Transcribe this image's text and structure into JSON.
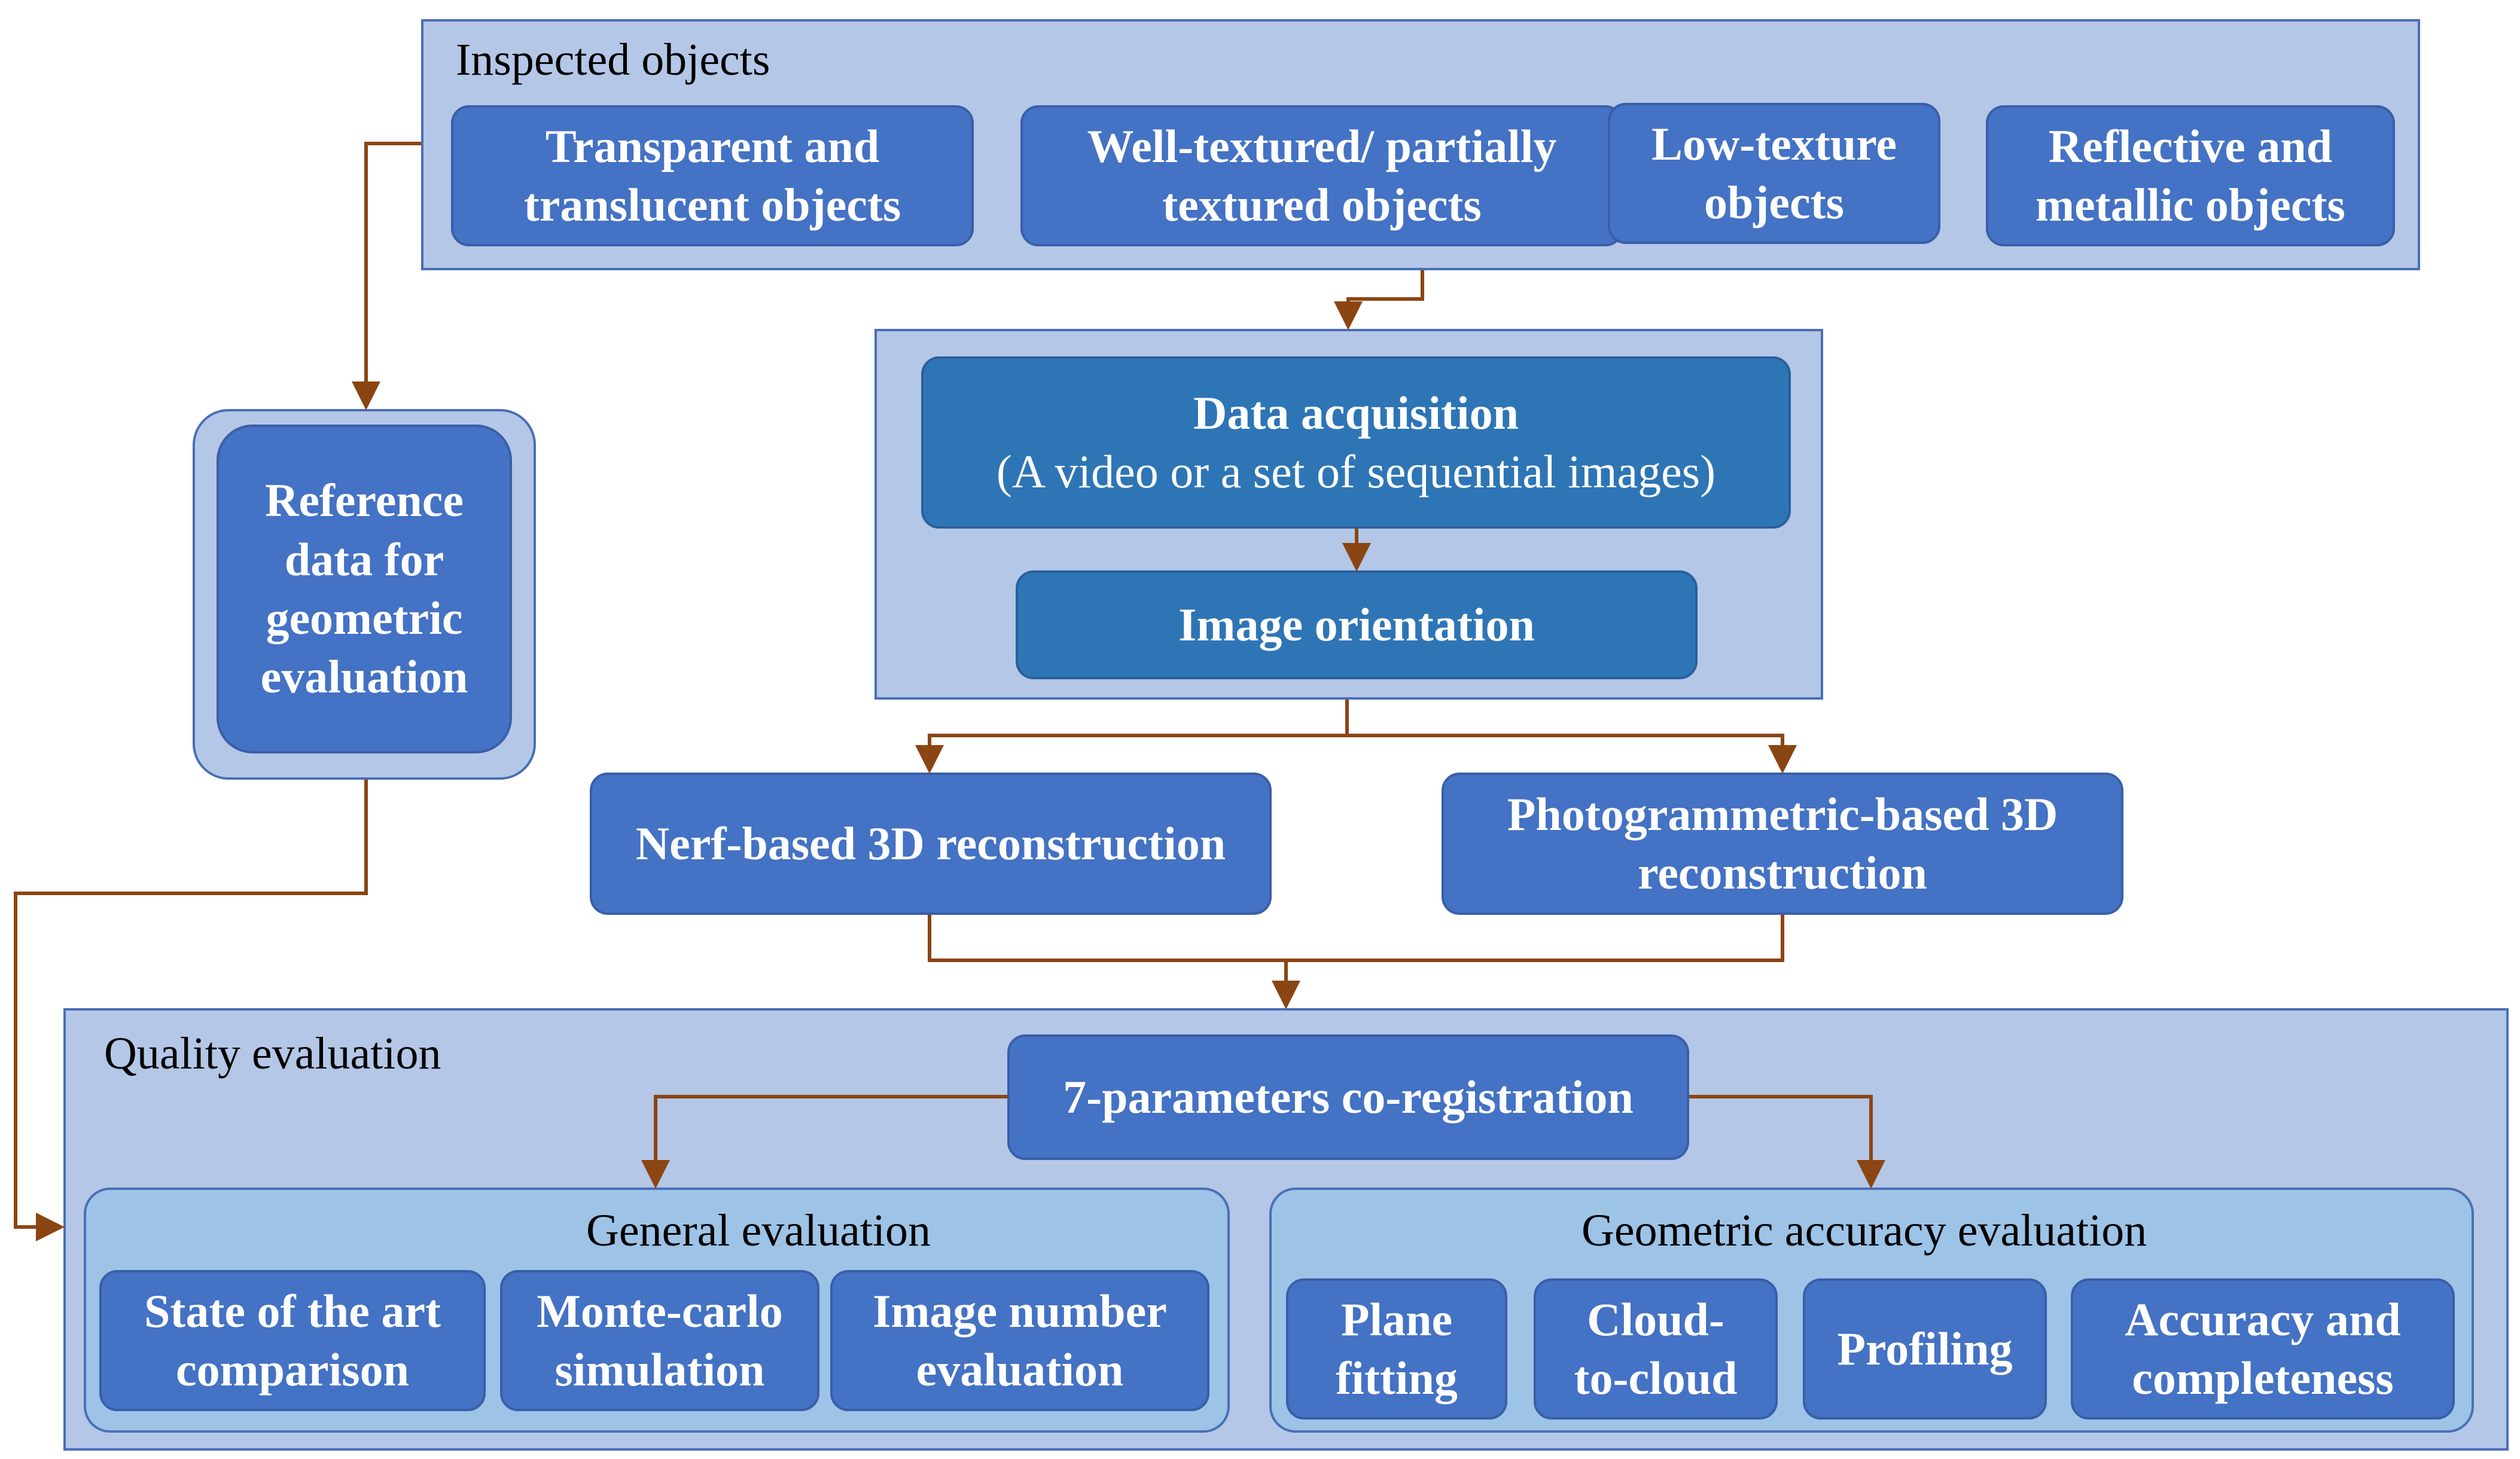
{
  "inspected": {
    "title": "Inspected objects",
    "items": [
      "Transparent and\ntranslucent objects",
      "Well-textured/ partially\ntextured objects",
      "Low-texture\nobjects",
      "Reflective and\nmetallic objects"
    ]
  },
  "reference": {
    "label": "Reference\ndata for\ngeometric\nevaluation"
  },
  "acquisition": {
    "title": "Data acquisition",
    "subtitle": "(A video or a set of sequential images)",
    "orientation": "Image orientation"
  },
  "reconstruction": {
    "nerf": "Nerf-based 3D reconstruction",
    "photogrammetric": "Photogrammetric-based 3D\nreconstruction"
  },
  "quality": {
    "title": "Quality evaluation",
    "coregistration": "7-parameters co-registration",
    "general": {
      "title": "General evaluation",
      "items": [
        "State of the art\ncomparison",
        "Monte-carlo\nsimulation",
        "Image number\nevaluation"
      ]
    },
    "geometric": {
      "title": "Geometric accuracy evaluation",
      "items": [
        "Plane\nfitting",
        "Cloud-\nto-cloud",
        "Profiling",
        "Accuracy and\ncompleteness"
      ]
    }
  },
  "colors": {
    "box_fill": "#4472c4",
    "box_fill_dark": "#2e75b6",
    "panel_fill": "#b4c7e7",
    "subpanel_fill": "#9dc3e6",
    "arrow": "#8b4513"
  }
}
